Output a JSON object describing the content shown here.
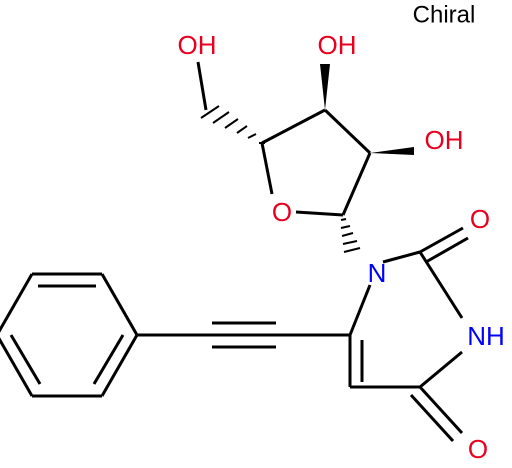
{
  "structure": {
    "chiral_label": "Chiral",
    "colors": {
      "bond": "#000000",
      "oxygen": "#e8001f",
      "nitrogen": "#0000ff",
      "text": "#000000"
    },
    "labels": {
      "ch2oh": "OH",
      "oh_top": "OH",
      "oh_right": "OH",
      "ring_o": "O",
      "n1": "N",
      "nh": "NH",
      "o_c2": "O",
      "o_c4": "O"
    }
  }
}
